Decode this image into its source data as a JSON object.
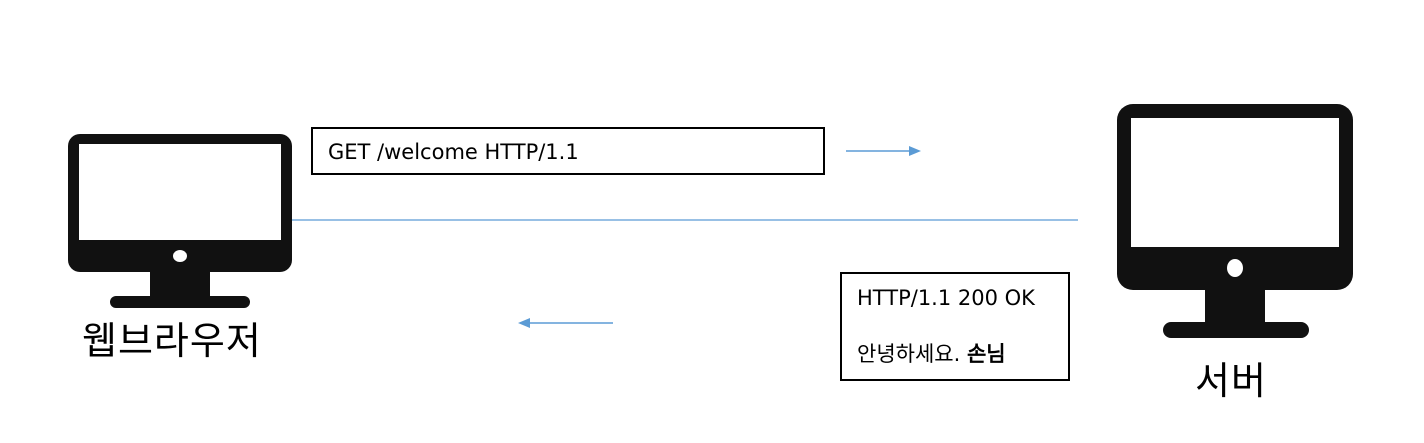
{
  "browser": {
    "label": "웹브라우저",
    "icon": "monitor-icon"
  },
  "server": {
    "label": "서버",
    "icon": "monitor-icon"
  },
  "request": {
    "text": "GET /welcome HTTP/1.1",
    "direction": "to-server"
  },
  "response": {
    "status_line": "HTTP/1.1 200 OK",
    "body_prefix": "안녕하세요. ",
    "body_bold": "손님",
    "direction": "to-browser"
  },
  "colors": {
    "line": "#5b9bd5",
    "monitor": "#111111",
    "box_border": "#000000"
  }
}
